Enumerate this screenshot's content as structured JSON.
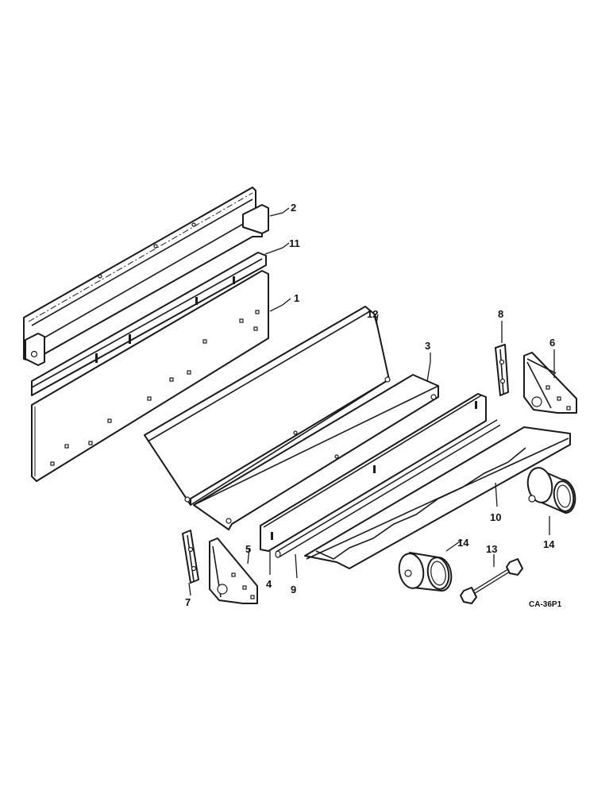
{
  "callouts": {
    "c1": "1",
    "c2": "2",
    "c3": "3",
    "c4": "4",
    "c5": "5",
    "c6": "6",
    "c7": "7",
    "c8": "8",
    "c9": "9",
    "c10": "10",
    "c11": "11",
    "c12": "12",
    "c13": "13",
    "c14a": "14",
    "c14b": "14"
  },
  "drawing_code": "CA-36P1"
}
